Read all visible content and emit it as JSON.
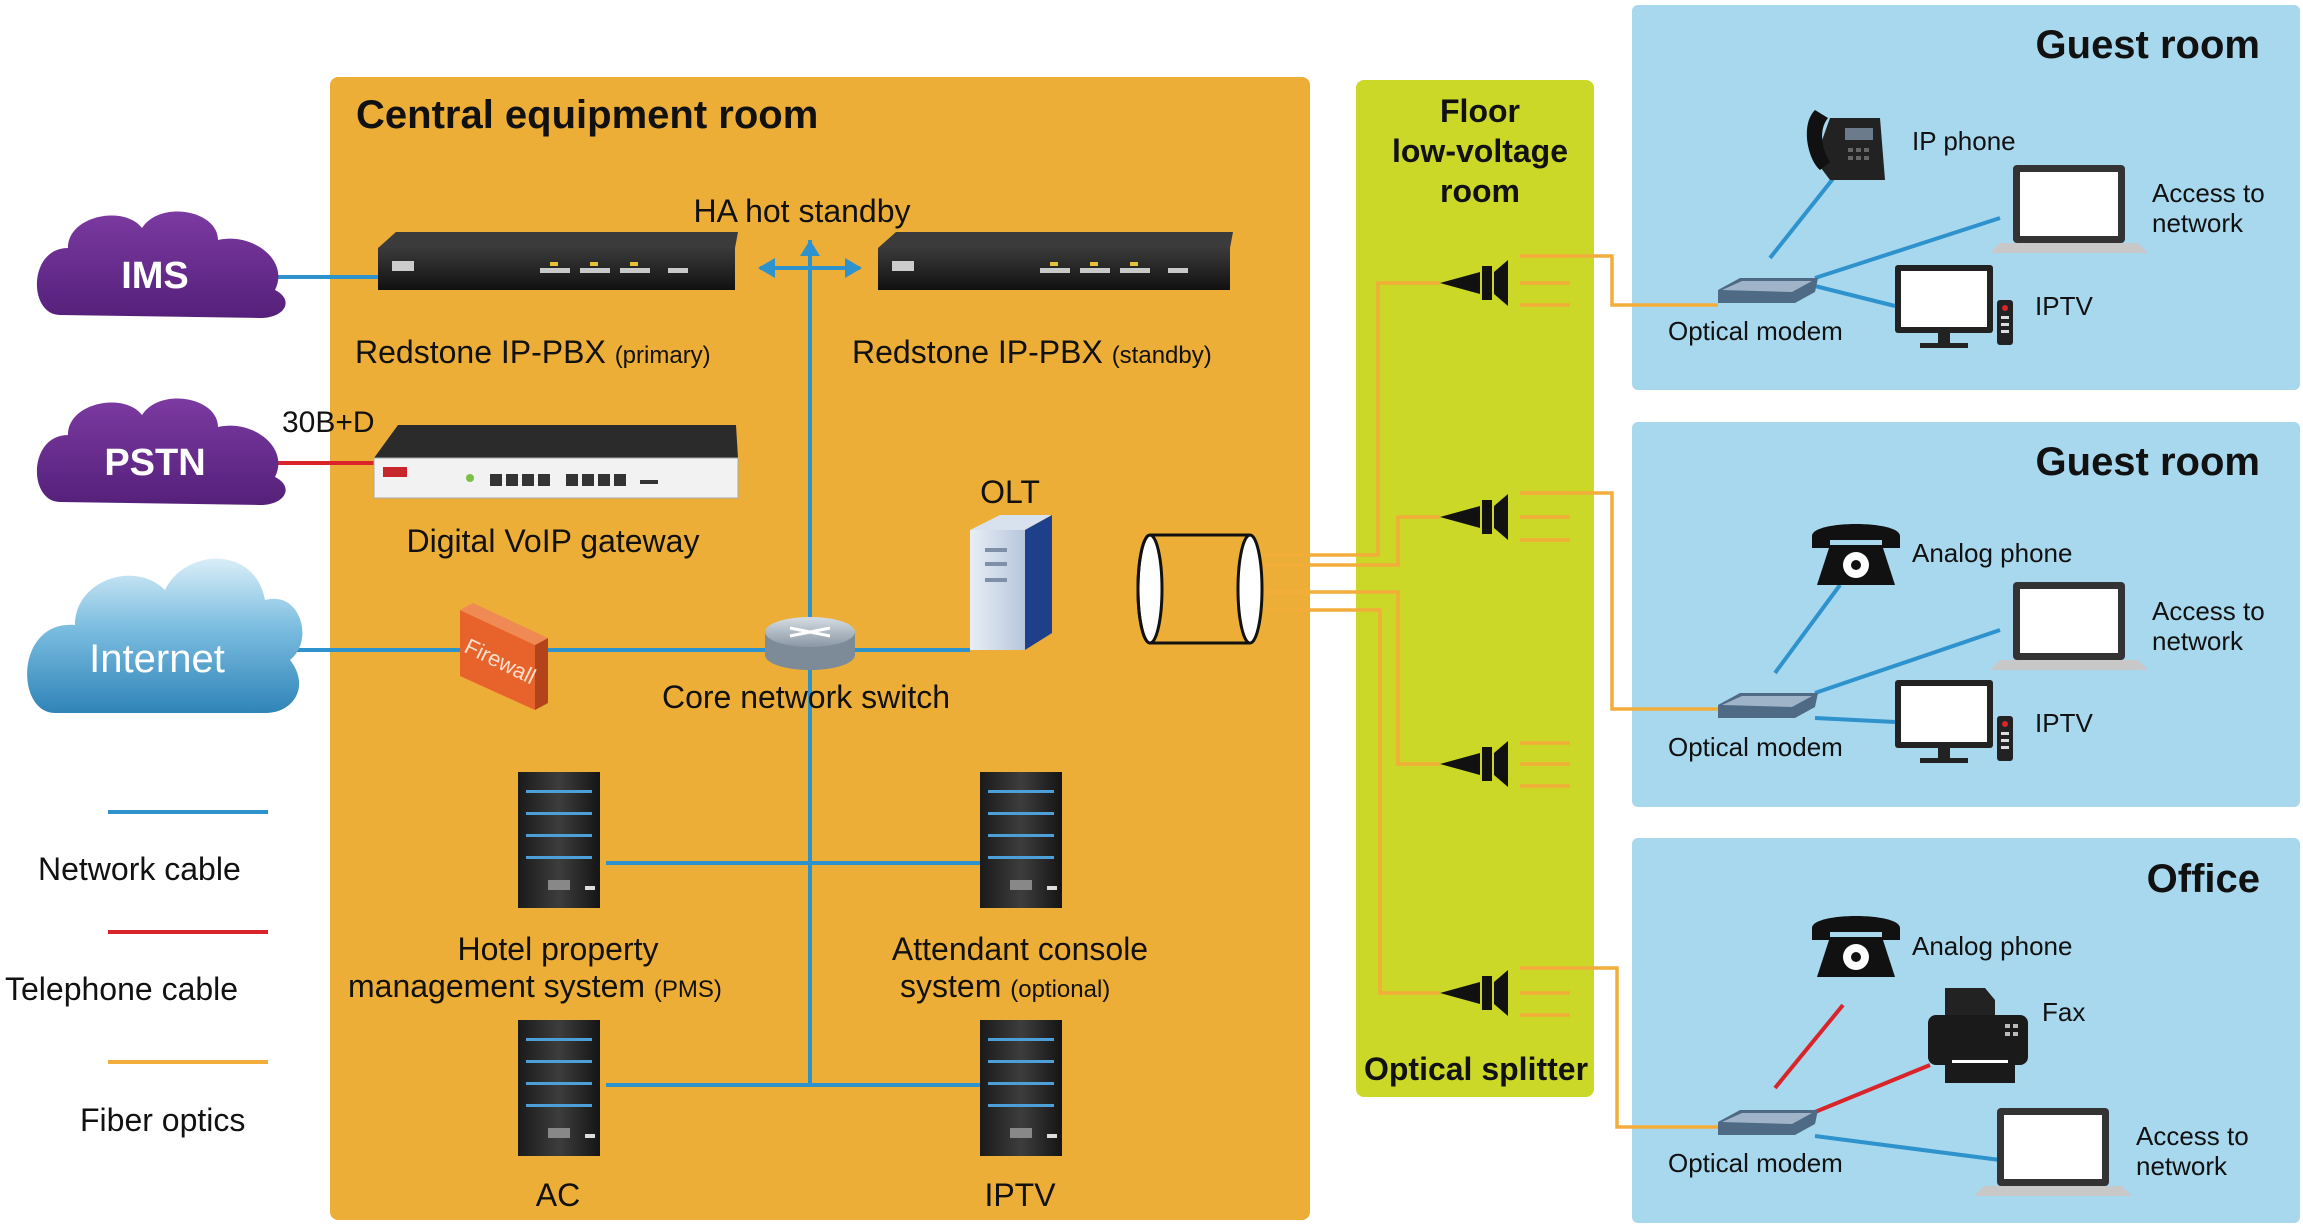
{
  "colors": {
    "central_room_bg": "#ecae37",
    "floor_room_bg": "#cbd827",
    "guest_room_bg": "#a8d8ee",
    "network_cable": "#2e92cc",
    "telephone_cable": "#d9252a",
    "fiber_optics": "#f2ad3a",
    "cloud_purple": "#6a2c8e",
    "cloud_blue": "#4a98c6"
  },
  "central_room": {
    "title": "Central equipment room",
    "ha_label": "HA hot standby",
    "pbx_primary": {
      "name": "Redstone IP-PBX",
      "tag": "(primary)"
    },
    "pbx_standby": {
      "name": "Redstone IP-PBX",
      "tag": "(standby)"
    },
    "gateway_link_label": "30B+D",
    "gateway": "Digital VoIP gateway",
    "olt": "OLT",
    "firewall": "Firewall",
    "core_switch": "Core network switch",
    "pms_line1": "Hotel property",
    "pms_line2": "management system",
    "pms_tag": "(PMS)",
    "console_line1": "Attendant console",
    "console_line2": "system",
    "console_tag": "(optional)",
    "ac": "AC",
    "iptv": "IPTV"
  },
  "clouds": {
    "ims": "IMS",
    "pstn": "PSTN",
    "internet": "Internet"
  },
  "legend": {
    "network": "Network cable",
    "telephone": "Telephone cable",
    "fiber": "Fiber optics"
  },
  "floor_room": {
    "line1": "Floor",
    "line2": "low-voltage",
    "line3": "room",
    "splitter": "Optical splitter"
  },
  "rooms": [
    {
      "title": "Guest room",
      "phone": "IP phone",
      "access_line1": "Access to",
      "access_line2": "network",
      "iptv": "IPTV",
      "modem": "Optical modem"
    },
    {
      "title": "Guest room",
      "phone": "Analog phone",
      "access_line1": "Access to",
      "access_line2": "network",
      "iptv": "IPTV",
      "modem": "Optical modem"
    },
    {
      "title": "Office",
      "phone": "Analog phone",
      "fax": "Fax",
      "access_line1": "Access to",
      "access_line2": "network",
      "modem": "Optical modem"
    }
  ]
}
